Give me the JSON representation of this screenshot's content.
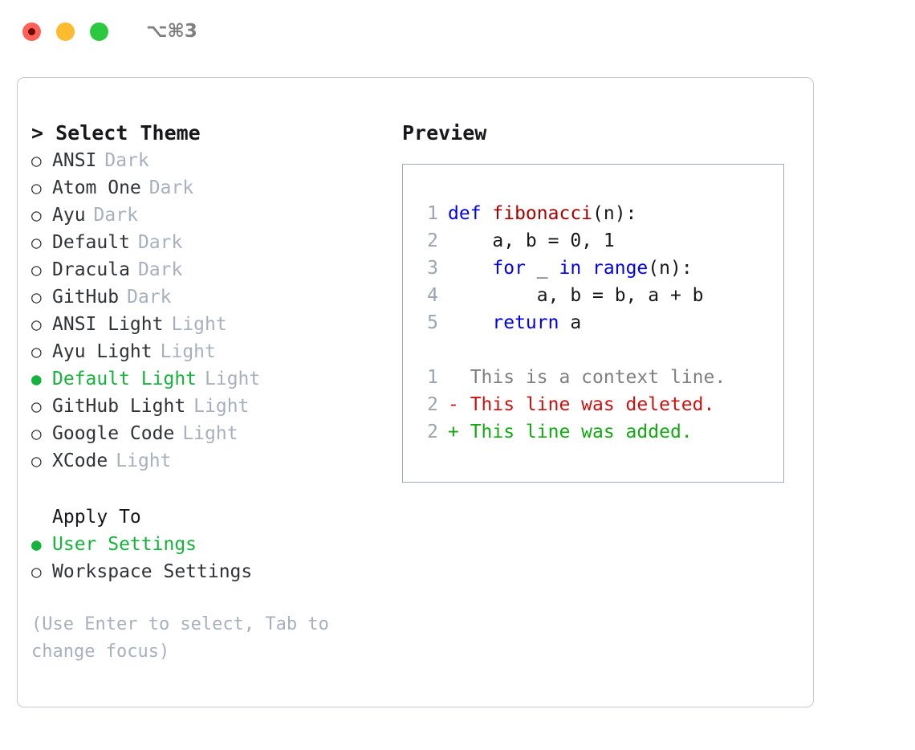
{
  "titlebar": {
    "shortcut": "⌥⌘3",
    "buttons": [
      {
        "name": "close",
        "color": "#ff6058"
      },
      {
        "name": "minimize",
        "color": "#fdbc2f"
      },
      {
        "name": "maximize",
        "color": "#2bc840"
      }
    ]
  },
  "left": {
    "header": "> Select Theme",
    "themes": [
      {
        "bullet": "○",
        "label": "ANSI",
        "tag": "Dark",
        "selected": false
      },
      {
        "bullet": "○",
        "label": "Atom One",
        "tag": "Dark",
        "selected": false
      },
      {
        "bullet": "○",
        "label": "Ayu",
        "tag": "Dark",
        "selected": false
      },
      {
        "bullet": "○",
        "label": "Default",
        "tag": "Dark",
        "selected": false
      },
      {
        "bullet": "○",
        "label": "Dracula",
        "tag": "Dark",
        "selected": false
      },
      {
        "bullet": "○",
        "label": "GitHub",
        "tag": "Dark",
        "selected": false
      },
      {
        "bullet": "○",
        "label": "ANSI Light",
        "tag": "Light",
        "selected": false
      },
      {
        "bullet": "○",
        "label": "Ayu Light",
        "tag": "Light",
        "selected": false
      },
      {
        "bullet": "●",
        "label": "Default Light",
        "tag": "Light",
        "selected": true
      },
      {
        "bullet": "○",
        "label": "GitHub Light",
        "tag": "Light",
        "selected": false
      },
      {
        "bullet": "○",
        "label": "Google Code",
        "tag": "Light",
        "selected": false
      },
      {
        "bullet": "○",
        "label": "XCode",
        "tag": "Light",
        "selected": false
      }
    ],
    "apply_to": {
      "title": "Apply To",
      "options": [
        {
          "bullet": "●",
          "label": "User Settings",
          "selected": true
        },
        {
          "bullet": "○",
          "label": "Workspace Settings",
          "selected": false
        }
      ]
    },
    "hint": "(Use Enter to select, Tab to change focus)"
  },
  "right": {
    "title": "Preview",
    "code_lines": [
      {
        "num": "1",
        "tokens": [
          {
            "text": "def ",
            "cls": "kw"
          },
          {
            "text": "fibonacci",
            "cls": "fn"
          },
          {
            "text": "(n):",
            "cls": "plain"
          }
        ]
      },
      {
        "num": "2",
        "tokens": [
          {
            "text": "    a, b = 0, 1",
            "cls": "plain"
          }
        ]
      },
      {
        "num": "3",
        "tokens": [
          {
            "text": "    ",
            "cls": "plain"
          },
          {
            "text": "for",
            "cls": "kw"
          },
          {
            "text": " _ ",
            "cls": "plain"
          },
          {
            "text": "in",
            "cls": "kw"
          },
          {
            "text": " ",
            "cls": "plain"
          },
          {
            "text": "range",
            "cls": "kw"
          },
          {
            "text": "(n):",
            "cls": "plain"
          }
        ]
      },
      {
        "num": "4",
        "tokens": [
          {
            "text": "        a, b = b, a + b",
            "cls": "plain"
          }
        ]
      },
      {
        "num": "5",
        "tokens": [
          {
            "text": "    ",
            "cls": "plain"
          },
          {
            "text": "return",
            "cls": "kw"
          },
          {
            "text": " a",
            "cls": "plain"
          }
        ]
      }
    ],
    "diff_lines": [
      {
        "num": "1",
        "text": "  This is a context line.",
        "cls": "diff-ctx"
      },
      {
        "num": "2",
        "text": "- This line was deleted.",
        "cls": "diff-del"
      },
      {
        "num": "2",
        "text": "+ This line was added.",
        "cls": "diff-add"
      }
    ]
  },
  "colors": {
    "accent_green": "#14b33c",
    "muted": "#a8b0bd",
    "keyword_blue": "#0000ee",
    "function_red": "#aa0000",
    "diff_add": "#11aa11",
    "diff_del": "#cc1111",
    "border": "#c2c9d2"
  }
}
